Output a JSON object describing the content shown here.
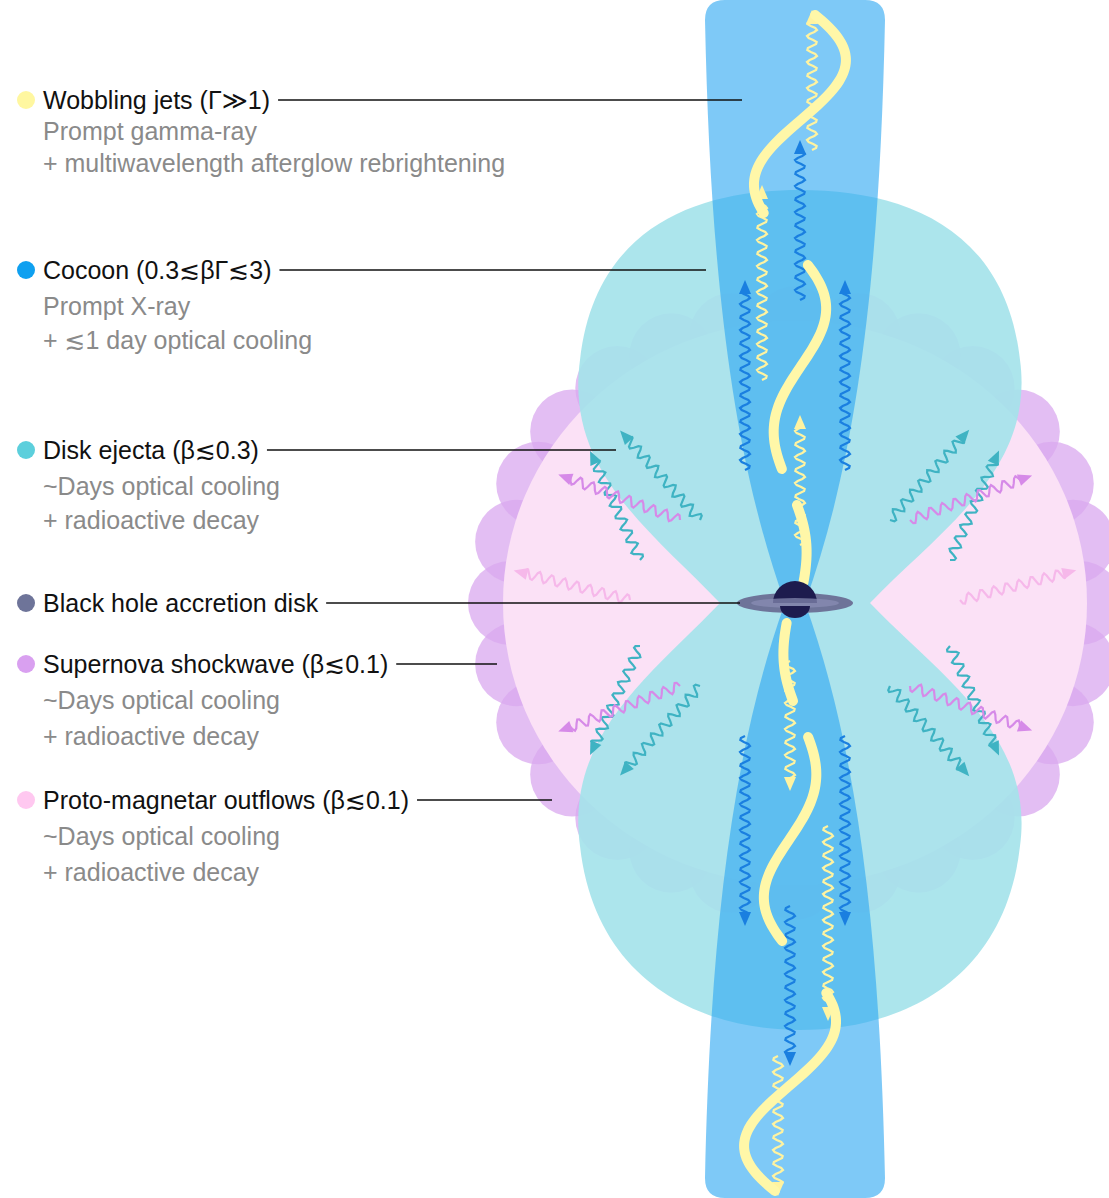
{
  "diagram": {
    "legend": [
      {
        "text": "Wobbling jets (Γ≫1)",
        "color": "#fff7a0"
      },
      {
        "text": "Cocoon (0.3≲βΓ≲3)",
        "color": "#0fa0f0"
      },
      {
        "text": "Disk ejecta (β≲0.3)",
        "color": "#5ccfdc"
      },
      {
        "text": "Black hole accretion disk",
        "color": "#6e7499"
      },
      {
        "text": "Supernova shockwave (β≲0.1)",
        "color": "#d9a0f0"
      },
      {
        "text": "Proto-magnetar outflows (β≲0.1)",
        "color": "#ffc8f0"
      }
    ],
    "labels": [
      "Prompt gamma-ray",
      "+ multiwavelength afterglow rebrightening",
      "Prompt X-ray",
      "+ ≲1 day optical cooling",
      "~Days optical cooling",
      "+ radioactive decay",
      "~Days optical cooling",
      "+ radioactive decay",
      "~Days optical cooling",
      "+ radioactive decay"
    ]
  }
}
